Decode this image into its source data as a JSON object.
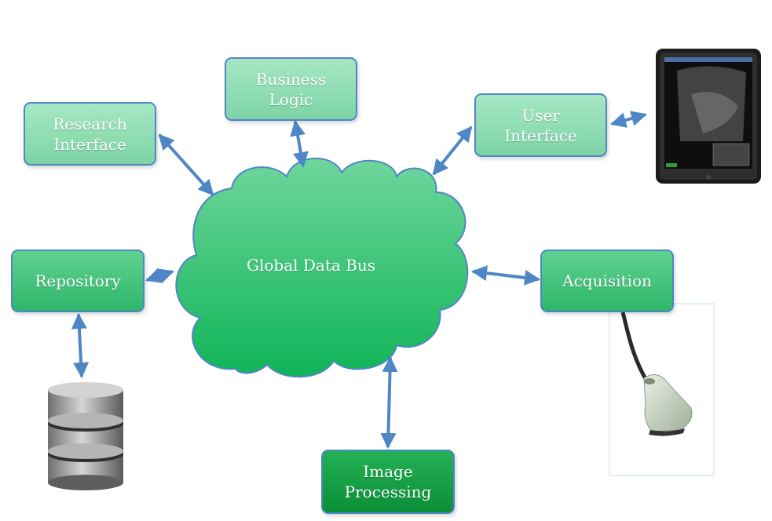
{
  "nodes": {
    "business_logic": [
      "Business",
      "Logic"
    ],
    "research_interface": [
      "Research",
      "Interface"
    ],
    "user_interface": [
      "User",
      "Interface"
    ],
    "repository": [
      "Repository"
    ],
    "acquisition": [
      "Acquisition"
    ],
    "image_processing": [
      "Image",
      "Processing"
    ],
    "global_data_bus": "Global Data Bus"
  },
  "colors": {
    "connector": "#4f86c6",
    "box_border": "#4f86c6",
    "cloud_top": "#6fd69c",
    "cloud_bottom": "#0fb457"
  },
  "icons": [
    "tablet-ultrasound-icon",
    "database-icon",
    "ultrasound-probe-icon"
  ]
}
